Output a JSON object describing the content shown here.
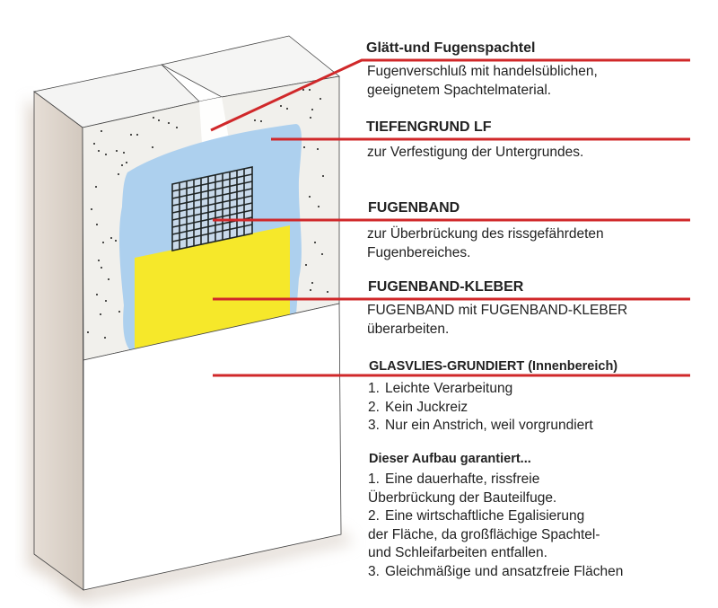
{
  "diagram": {
    "subject": "Wandaufbau mit Fugenband (Schichtaufbau einer Bauteilfuge)",
    "colors": {
      "leader_line": "#d0282a",
      "primer_blue": "#a9cdee",
      "tape_yellow": "#f6e82a",
      "mesh": "#1e2424",
      "panel_face": "#f3f2ef",
      "panel_side": "#d6cdc4",
      "panel_top": "#f2f2f2"
    },
    "layers": [
      {
        "id": "spachtel",
        "title": "Glätt-und Fugenspachtel",
        "description": [
          "Fugenverschluß mit handelsüblichen,",
          "geeignetem Spachtelmaterial."
        ]
      },
      {
        "id": "tiefengrund",
        "title": "TIEFENGRUND LF",
        "description": [
          "zur Verfestigung der Untergrundes."
        ]
      },
      {
        "id": "fugenband",
        "title": "FUGENBAND",
        "description": [
          "zur Überbrückung des rissgefährdeten",
          "Fugenbereiches."
        ]
      },
      {
        "id": "kleber",
        "title": "FUGENBAND-KLEBER",
        "description": [
          "FUGENBAND mit FUGENBAND-KLEBER",
          "überarbeiten."
        ]
      },
      {
        "id": "glasvlies",
        "title": "GLASVLIES-GRUNDIERT (Innenbereich)",
        "list": [
          {
            "num": "1.",
            "lines": [
              "Leichte Verarbeitung"
            ]
          },
          {
            "num": "2.",
            "lines": [
              "Kein Juckreiz"
            ]
          },
          {
            "num": "3.",
            "lines": [
              "Nur ein Anstrich, weil vorgrundiert"
            ]
          }
        ]
      }
    ],
    "summary": {
      "title": "Dieser Aufbau garantiert...",
      "list": [
        {
          "num": "1.",
          "lines": [
            "Eine dauerhafte, rissfreie",
            "Überbrückung der Bauteilfuge."
          ]
        },
        {
          "num": "2.",
          "lines": [
            "Eine wirtschaftliche Egalisierung",
            "der Fläche, da großflächige Spachtel-",
            "und Schleifarbeiten entfallen."
          ]
        },
        {
          "num": "3.",
          "lines": [
            "Gleichmäßige und ansatzfreie Flächen"
          ]
        }
      ]
    }
  }
}
